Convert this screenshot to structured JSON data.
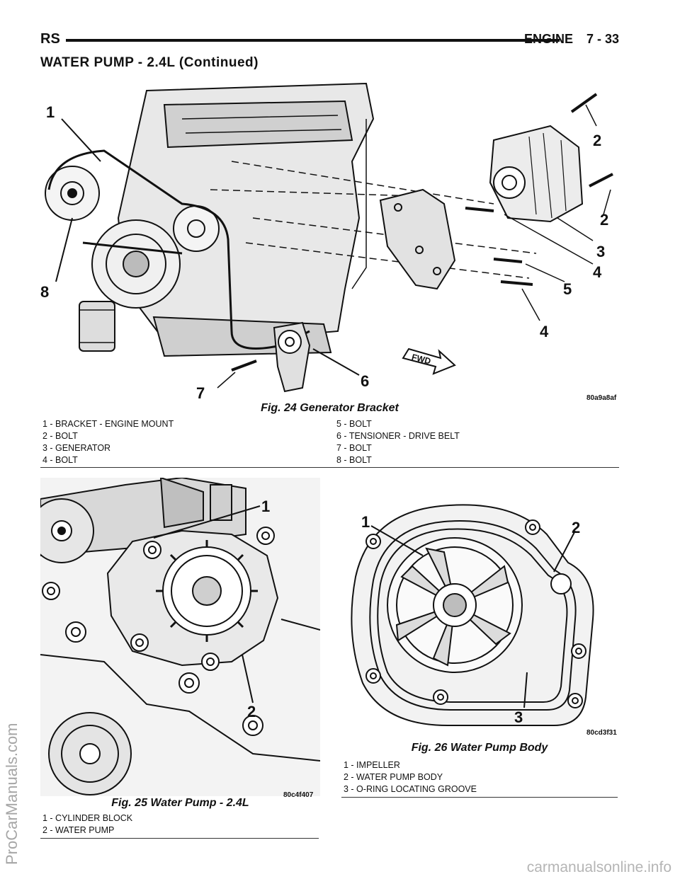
{
  "header": {
    "left": "RS",
    "section": "ENGINE",
    "page": "7 - 33"
  },
  "title": "WATER PUMP - 2.4L (Continued)",
  "fig24": {
    "code": "80a9a8af",
    "caption": "Fig. 24 Generator Bracket",
    "legend_left": [
      "1 - BRACKET - ENGINE MOUNT",
      "2 - BOLT",
      "3 - GENERATOR",
      "4 - BOLT"
    ],
    "legend_right": [
      "5 - BOLT",
      "6 - TENSIONER - DRIVE BELT",
      "7 - BOLT",
      "8 - BOLT"
    ],
    "callouts": [
      "1",
      "2",
      "2",
      "3",
      "4",
      "5",
      "4",
      "6",
      "7",
      "8"
    ],
    "fwd_label": "FWD"
  },
  "fig25": {
    "code": "80c4f407",
    "caption": "Fig. 25 Water Pump - 2.4L",
    "legend": [
      "1 - CYLINDER BLOCK",
      "2 - WATER PUMP"
    ],
    "callouts": [
      "1",
      "2"
    ]
  },
  "fig26": {
    "code": "80cd3f31",
    "caption": "Fig. 26 Water Pump Body",
    "legend": [
      "1 - IMPELLER",
      "2 - WATER PUMP BODY",
      "3 - O-RING LOCATING GROOVE"
    ],
    "callouts": [
      "1",
      "2",
      "3"
    ]
  },
  "watermarks": {
    "side": "ProCarManuals.com",
    "bottom": "carmanualsonline.info"
  }
}
